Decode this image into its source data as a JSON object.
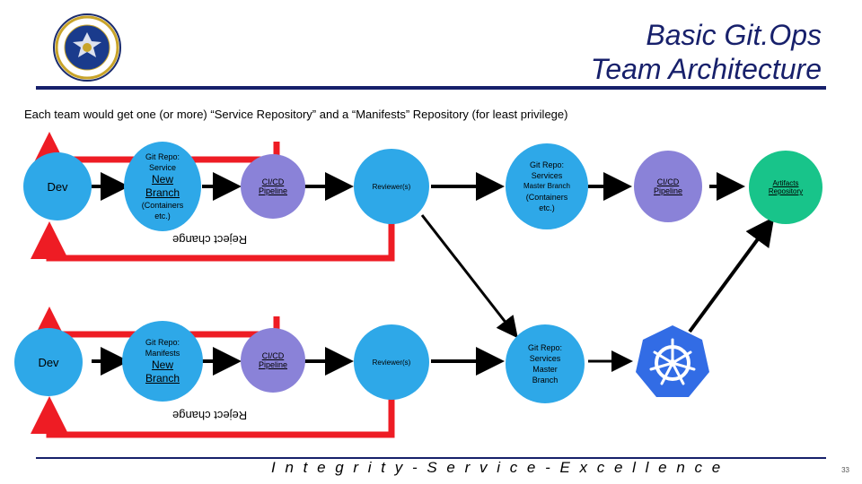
{
  "title": {
    "line1": "Basic Git.Ops",
    "line2": "Team Architecture"
  },
  "subtitle": "Each team would get one (or more) “Service Repository” and a “Manifests” Repository (for least privilege)",
  "row1": {
    "dev": "Dev",
    "repo": {
      "line1": "Git Repo:",
      "line2": "Service",
      "line3": "New",
      "line4": "Branch",
      "line5": "(Containers",
      "line6": "etc.)"
    },
    "pipeline": {
      "line1": "CI/CD",
      "line2": "Pipeline"
    },
    "reviewer": "Reviewer(s)",
    "master": {
      "line1": "Git Repo:",
      "line2": "Services",
      "line3": "Master Branch",
      "line4": "(Containers",
      "line5": "etc.)"
    },
    "pipeline2": {
      "line1": "CI/CD",
      "line2": "Pipeline"
    },
    "artifacts": {
      "line1": "Artifacts",
      "line2": "Repository"
    },
    "reject": "Reject change"
  },
  "row2": {
    "dev": "Dev",
    "repo": {
      "line1": "Git Repo:",
      "line2": "Manifests",
      "line3": "New",
      "line4": "Branch"
    },
    "pipeline": {
      "line1": "CI/CD",
      "line2": "Pipeline"
    },
    "reviewer": "Reviewer(s)",
    "master": {
      "line1": "Git Repo:",
      "line2": "Services",
      "line3": "Master",
      "line4": "Branch"
    },
    "reject": "Reject change"
  },
  "kubernetes_icon": "kubernetes-helm-icon",
  "seal_icon": "air-force-seal-icon",
  "footer": {
    "motto": "I n t e g r i t y  -  S e r v i c e  -  E x c e l l e n c e",
    "page": "33"
  },
  "colors": {
    "title": "#17206b",
    "node_blue": "#2ea8e8",
    "pipeline": "#8a82d8",
    "artifacts": "#18c48a",
    "reject": "#ee1c24",
    "k8s": "#326ce5"
  }
}
